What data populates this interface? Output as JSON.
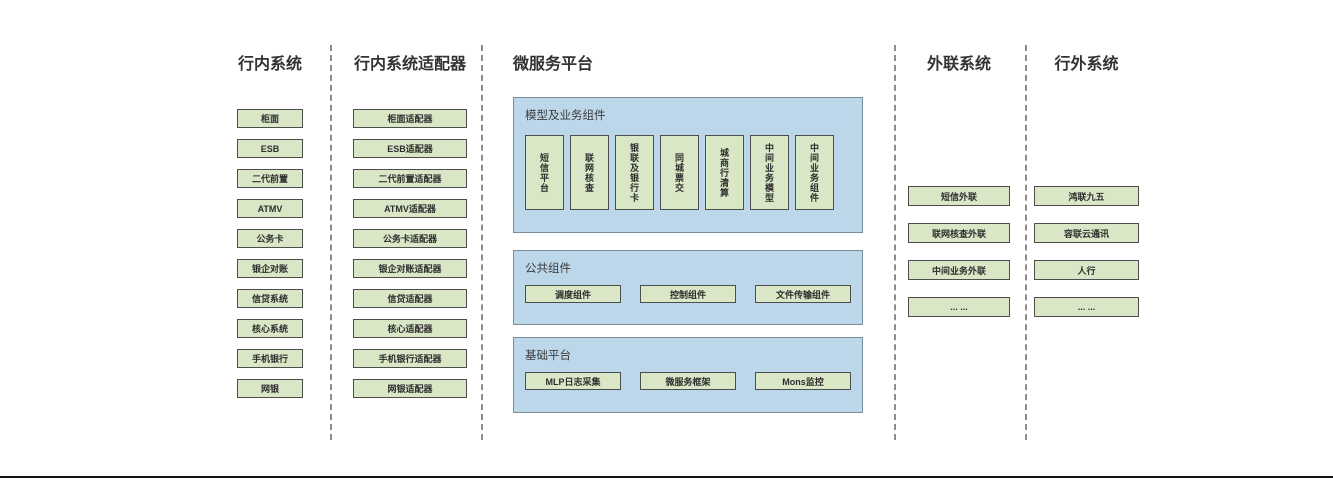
{
  "diagram": {
    "columns": [
      {
        "title": "行内系统",
        "items": [
          "柜面",
          "ESB",
          "二代前置",
          "ATMV",
          "公务卡",
          "银企对账",
          "信贷系统",
          "核心系统",
          "手机银行",
          "网银"
        ]
      },
      {
        "title": "行内系统适配器",
        "items": [
          "柜面适配器",
          "ESB适配器",
          "二代前置适配器",
          "ATMV适配器",
          "公务卡适配器",
          "银企对账适配器",
          "信贷适配器",
          "核心适配器",
          "手机银行适配器",
          "网银适配器"
        ]
      }
    ],
    "platform": {
      "title": "微服务平台",
      "sections": [
        {
          "title": "模型及业务组件",
          "items": [
            "短信平台",
            "联网核查",
            "银联及银行卡",
            "同城票交",
            "城商行清算",
            "中间业务模型",
            "中间业务组件"
          ]
        },
        {
          "title": "公共组件",
          "items": [
            "调度组件",
            "控制组件",
            "文件传输组件"
          ]
        },
        {
          "title": "基础平台",
          "items": [
            "MLP日志采集",
            "微服务框架",
            "Mons监控"
          ]
        }
      ]
    },
    "external_column": {
      "title": "外联系统",
      "items": [
        "短信外联",
        "联网核查外联",
        "中间业务外联",
        "... ..."
      ]
    },
    "outside_column": {
      "title": "行外系统",
      "items": [
        "鸿联九五",
        "容联云通讯",
        "人行",
        "... ..."
      ]
    },
    "colors": {
      "box_fill": "#d9e7c7",
      "box_border": "#4d4d4d",
      "panel_fill": "#bdd7ea",
      "panel_border": "#7d8c99",
      "divider": "#8c8c8c",
      "text": "#333333"
    }
  }
}
